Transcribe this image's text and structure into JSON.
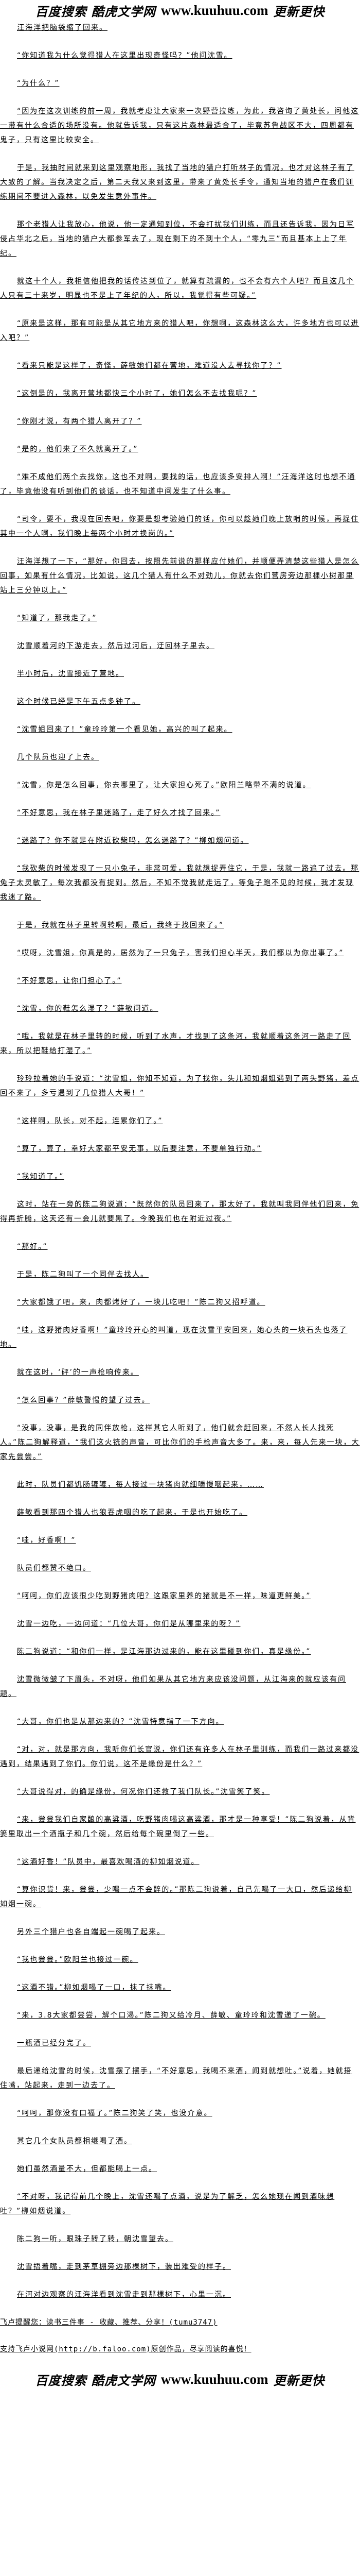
{
  "banner": {
    "left": "百度搜索 酷虎文学网",
    "url": "www.kuuhuu.com",
    "right": "更新更快"
  },
  "paragraphs": [
    "汪海洋把脑袋缩了回来。",
    "“你知道我为什么觉得猎人在这里出现奇怪吗？”他问沈雪。",
    "“为什么？”",
    "“因为在这次训练的前一周，我就考虑让大家来一次野营拉练，为此，我咨询了黄处长，问他这一带有什么合适的场所没有。他就告诉我，只有这片森林最适合了，毕竟苏鲁战区不大，四周都有鬼子，只有这里比较安全。",
    "于是，我抽时间就来到这里观察地形，我找了当地的猎户打听林子的情况，也才对这林子有了大致的了解。当我决定之后，第二天我又来到这里，带来了黄处长手令，通知当地的猎户在我们训练期间不要进入森林，以免发生意外事件。",
    "那个老猎人让我放心，他说，他一定通知到位，不会打扰我们训练，而且还告诉我，因为日军侵占华北之后，当地的猎户大都参军去了，现在剩下的不到十个人，“零九三”而且基本上上了年纪。",
    "就这十个人，我相信他把我的话传达到位了，就算有疏漏的，也不会有六个人吧？而且这几个人只有三十来岁，明显也不是上了年纪的人，所以，我觉得有些可疑。”",
    "“原来是这样，那有可能是从其它地方来的猎人吧，你想啊，这森林这么大，许多地方也可以进入吧？”",
    "“看来只能是这样了，奇怪，薛敏她们都在营地，难道没人去寻找你了？”",
    "“这倒是的，我离开营地都快三个小时了，她们怎么不去找我呢？”",
    "“你刚才说，有两个猎人离开了？”",
    "“是的，他们来了不久就离开了。”",
    "“难不成他们两个去找你，这也不对啊，要找的话，也应该多安排人啊！”汪海洋这时也想不通了，毕竟他没有听到他们的谈话，也不知道中间发生了什么事。",
    "“司令，要不，我现在回去吧，你要是想考验她们的话，你可以趁她们晚上放哨的时候，再捉住其中一个人啊，我们晚上每两个小时才换岗的。”",
    "汪海洋想了一下，“那好，你回去，按照先前说的那样应付她们，并顺便弄清楚这些猎人是怎么回事，如果有什么情况，比如说，这几个猎人有什么不对劲儿，你就去你们营房旁边那棵小树那里站上三分钟以上。”",
    "“知道了，那我走了。”",
    "沈雪顺着河的下游走去，然后过河后，迂回林子里去。",
    "半小时后，沈雪接近了营地。",
    "这个时候已经是下午五点多钟了。",
    "“沈雪姐回来了！”童玲玲第一个看见她，高兴的叫了起来。",
    "几个队员也迎了上去。",
    "“沈雪，你是怎么回事，你去哪里了，让大家担心死了。”欧阳兰略带不满的说道。",
    "“不好意思，我在林子里迷路了，走了好久才找了回来。”",
    "“迷路了？你不就是在附近砍柴吗，怎么迷路了？”柳如烟问道。",
    "“我砍柴的时候发现了一只小兔子，非常可爱，我就想捉弄住它，于是，我就一路追了过去。那兔子太灵敏了，每次我都没有捉到。然后，不知不觉我就走远了，等兔子跑不见的时候，我才发现我迷了路。",
    "于是，我就在林子里转啊转啊，最后，我终于找回来了。”",
    "“哎呀，沈雪姐，你真是的，居然为了一只兔子，害我们担心半天，我们都以为你出事了。”",
    "“不好意思，让你们担心了。”",
    "“沈雪，你的鞋怎么湿了？”薛敏问道。",
    "“哦，我就是在林子里转的时候，听到了水声，才找到了这条河，我就顺着这条河一路走了回来，所以把鞋给打湿了。”",
    "玲玲拉着她的手说道：“沈雪姐，你知不知道，为了找你，头儿和如烟姐遇到了两头野猪，差点回不来了，多亏遇到了几位猎人大哥！”",
    "“这样啊，队长，对不起，连累你们了。”",
    "“算了，算了，幸好大家都平安无事，以后要注意，不要单独行动。”",
    "“我知道了。”",
    "这时，站在一旁的陈二狗说道：“既然你的队员回来了，那太好了，我就叫我同伴他们回来，免得再折腾，这天还有一会儿就要黑了。今晚我们也在附近过夜。”",
    "“那好。”",
    "于是，陈二狗叫了一个同伴去找人。",
    "“大家都饿了吧，来，肉都烤好了，一块儿吃吧！”陈二狗又招呼道。",
    "“哇，这野猪肉好香啊！”童玲玲开心的叫道，现在沈雪平安回来，她心头的一块石头也落了地。",
    "就在这时，‘砰’的一声枪响传来。",
    "“怎么回事？”薛敏警惕的望了过去。",
    "“没事，没事，是我的同伴放枪，这样其它人听到了，他们就会赶回来，不然人长人找死人。”陈二狗解释道，“我们这火铳的声音，可比你们的手枪声音大多了。来，来，每人先来一块，大家先尝尝。”",
    "此时，队员们都饥肠辘辘，每人接过一块猪肉就细嚼慢咽起来，……",
    "薛敏看到那四个猎人也狼吞虎咽的吃了起来，于是也开始吃了。",
    "“哇，好香啊！”",
    "队员们都赞不绝口。",
    "“呵呵，你们应该很少吃到野猪肉吧？这跟家里养的猪就是不一样，味道更鲜美。”",
    "沈雪一边吃，一边问道：“几位大哥，你们是从哪里来的呀？”",
    "陈二狗说道：“和你们一样，是江海那边过来的，能在这里碰到你们，真是缘份。”",
    "沈雪微微皱了下眉头，不对呀，他们如果从其它地方来应该没问题，从江海来的就应该有问题。",
    "“大哥，你们也是从那边来的？”沈雪特意指了一下方向。",
    "“对，对，就是那方向，我听你们长官说，你们还有许多人在林子里训练，而我们一路过来都没遇到，结果遇到了你们。你们说，这不是缘份是什么？”",
    "“大哥说得对，的确是缘份，何况你们还救了我们队长。”沈雪笑了笑。",
    "“来，尝尝我们自家酿的高粱酒，吃野猪肉喝这高粱酒，那才是一种享受！”陈二狗说着，从背篓里取出一个酒瓶子和几个碗，然后给每个碗里倒了一些。",
    "“这酒好香！”队员中，最喜欢喝酒的柳如烟说道。",
    "“算你识货！来，尝尝，少喝一点不会醉的。”那陈二狗说着，自己先喝了一大口，然后递给柳如烟一碗。",
    "另外三个猎户也各自端起一碗喝了起来。",
    "“我也尝尝。”欧阳兰也接过一碗。",
    "“这酒不错。”柳如烟喝了一口，抹了抹嘴。",
    "“来，3.8大家都尝尝，解个口渴。”陈二狗又给冷月、薛敏、童玲玲和沈雪递了一碗。",
    "一瓶酒已经分完了。",
    "最后递给沈雪的时候，沈雪摆了摆手，“不好意思，我喝不来酒，闻到就想吐。”说着，她就捂住嘴，站起来，走到一边去了。",
    "“呵呵，那你没有口福了。”陈二狗笑了笑，也没介意。",
    "其它几个女队员都相继喝了酒。",
    "她们虽然酒量不大，但都能喝上一点。",
    "“不对呀，我记得前几个晚上，沈雪还喝了点酒，说是为了解乏，怎么她现在闻到酒味想吐？”柳如烟说道。",
    "陈二狗一听，眼珠子转了转，朝沈雪望去。",
    "沈雪捂着嘴，走到茅草棚旁边那棵树下，装出难受的样子。",
    "在河对边观察的汪海洋看到沈雪走到那棵树下，心里一沉。"
  ],
  "notes": {
    "reminder": "飞卢提醒您：读书三件事 - 收藏、推荐、分享！(tumu3747)",
    "support": "支持飞卢小说网(http://b.faloo.com)原创作品，尽享阅读的喜悦！"
  }
}
